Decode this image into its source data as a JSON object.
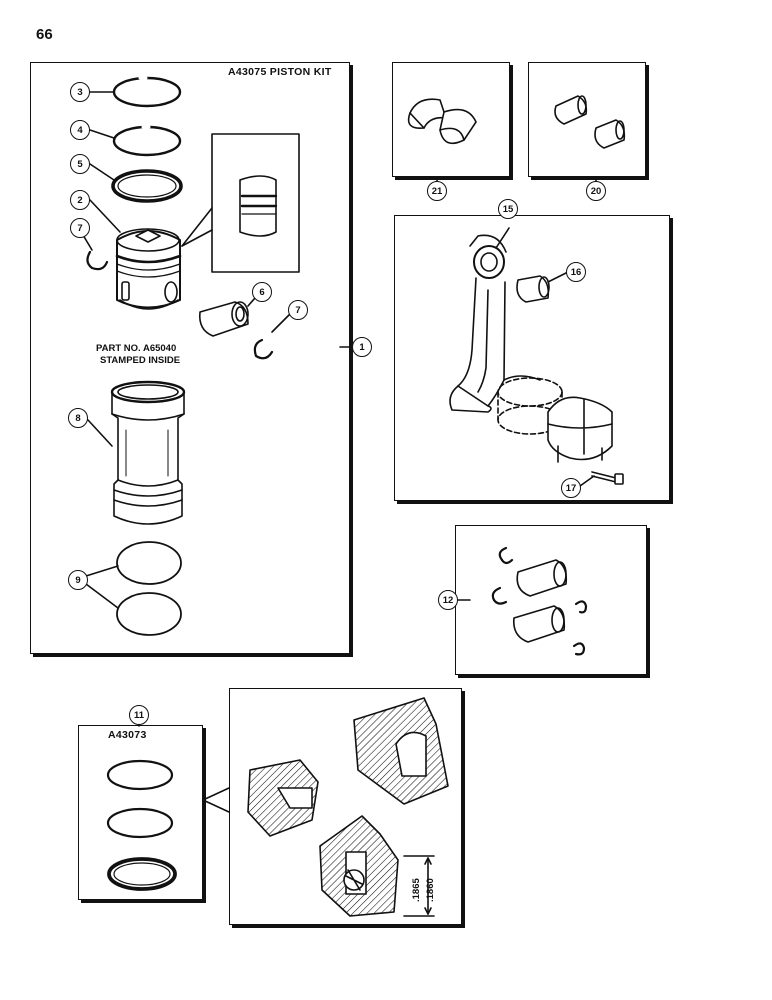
{
  "page_number": "66",
  "piston_kit": {
    "title": "A43075 PISTON KIT",
    "note_line1": "PART NO. A65040",
    "note_line2": "STAMPED INSIDE"
  },
  "ring_set": {
    "title": "A43073"
  },
  "dimensions": {
    "upper": ".1865",
    "lower": ".1860"
  },
  "callouts": {
    "c1": "1",
    "c2": "2",
    "c3": "3",
    "c4": "4",
    "c5": "5",
    "c6": "6",
    "c7a": "7",
    "c7b": "7",
    "c8": "8",
    "c9": "9",
    "c11": "11",
    "c12": "12",
    "c15": "15",
    "c16": "16",
    "c17": "17",
    "c20": "20",
    "c21": "21"
  },
  "icons": {
    "piston": "piston-icon",
    "ring": "piston-ring-icon",
    "pin": "piston-pin-icon",
    "retainer": "snap-ring-icon",
    "sleeve": "cylinder-sleeve-icon",
    "seal": "o-ring-icon",
    "rod": "connecting-rod-icon",
    "bearing": "bearing-icon",
    "bushing": "bushing-icon",
    "bolt": "bolt-icon"
  },
  "colors": {
    "ink": "#111111",
    "paper": "#ffffff"
  }
}
